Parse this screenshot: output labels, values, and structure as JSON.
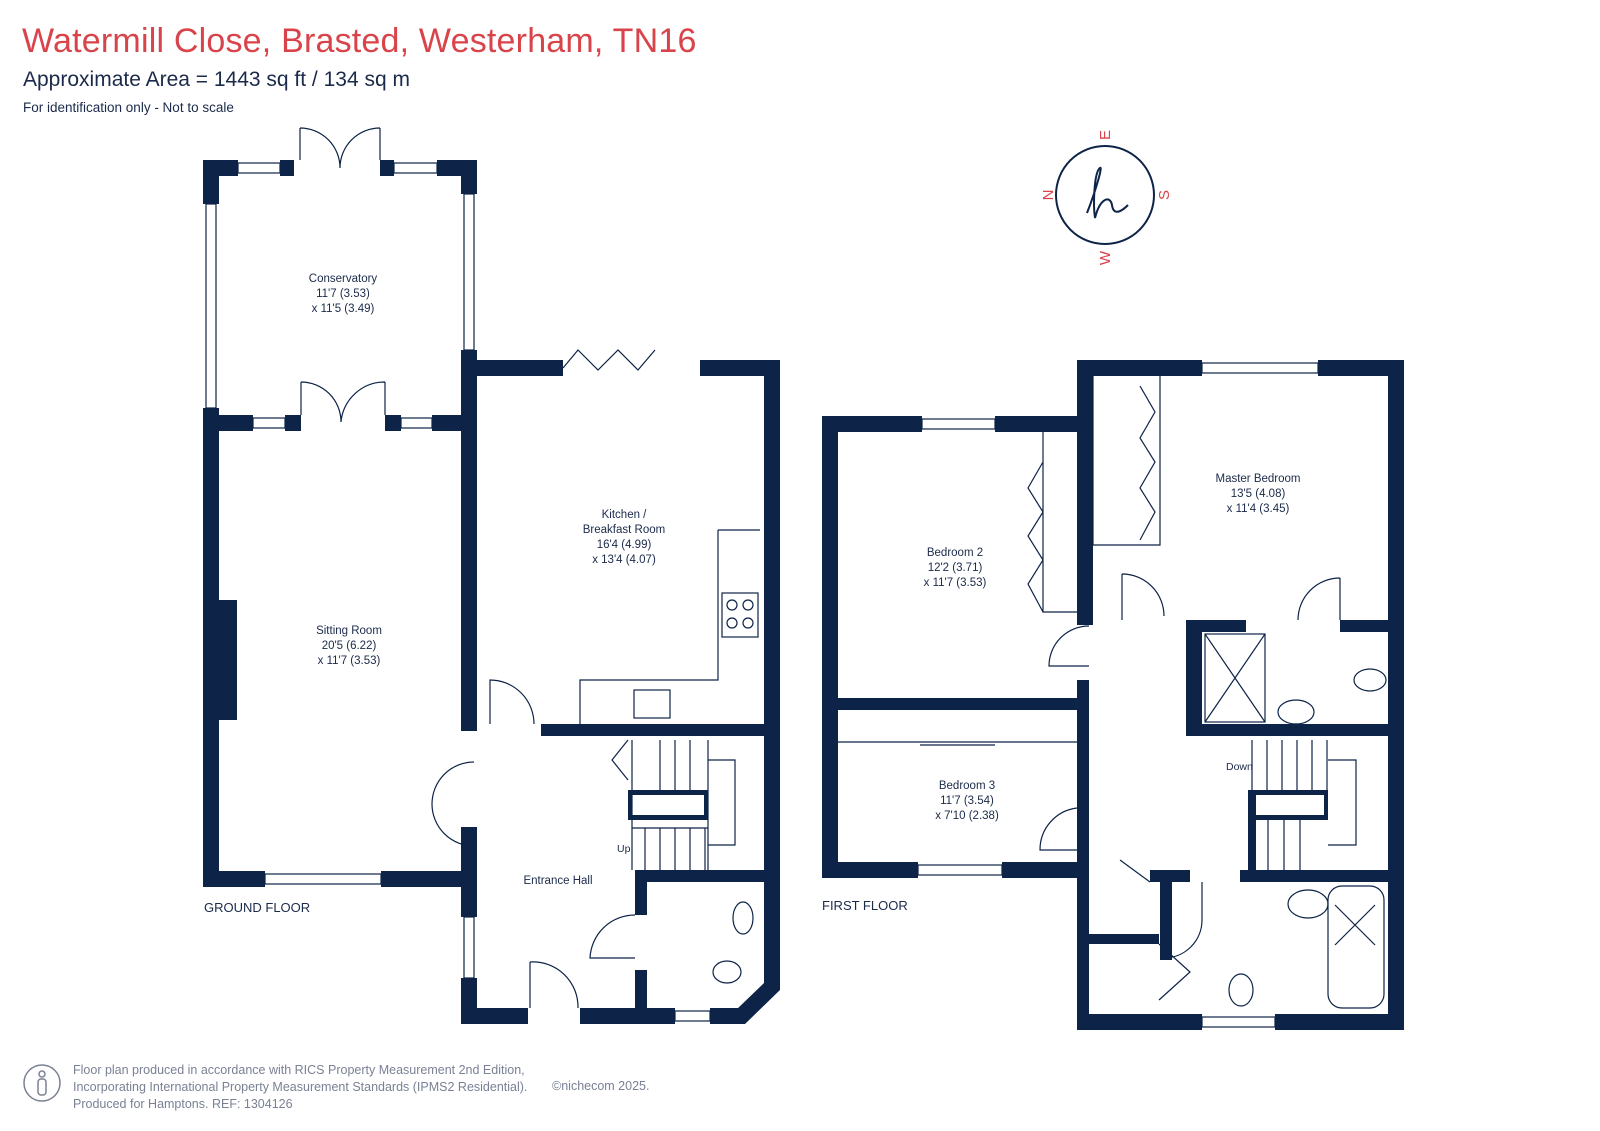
{
  "header": {
    "title": "Watermill Close, Brasted, Westerham, TN16",
    "area": "Approximate Area = 1443 sq ft / 134 sq m",
    "note": "For identification only - Not to scale"
  },
  "compass": {
    "north": "N",
    "east": "E",
    "south": "S",
    "west": "W",
    "logo_icon": "hamptons-h-logo-icon"
  },
  "ground_floor": {
    "label": "GROUND FLOOR",
    "rooms": {
      "conservatory": {
        "name": "Conservatory",
        "dim1": "11'7 (3.53)",
        "dim2": "x 11'5 (3.49)"
      },
      "sitting_room": {
        "name": "Sitting Room",
        "dim1": "20'5 (6.22)",
        "dim2": "x 11'7 (3.53)"
      },
      "kitchen": {
        "name1": "Kitchen /",
        "name2": "Breakfast Room",
        "dim1": "16'4 (4.99)",
        "dim2": "x 13'4 (4.07)"
      },
      "entrance_hall": {
        "name": "Entrance Hall"
      }
    },
    "stairs_label": "Up"
  },
  "first_floor": {
    "label": "FIRST FLOOR",
    "rooms": {
      "master_bedroom": {
        "name": "Master Bedroom",
        "dim1": "13'5 (4.08)",
        "dim2": "x 11'4 (3.45)"
      },
      "bedroom_2": {
        "name": "Bedroom 2",
        "dim1": "12'2 (3.71)",
        "dim2": "x 11'7 (3.53)"
      },
      "bedroom_3": {
        "name": "Bedroom 3",
        "dim1": "11'7 (3.54)",
        "dim2": "x 7'10 (2.38)"
      }
    },
    "stairs_label": "Down"
  },
  "footer": {
    "line1": "Floor plan produced in accordance with RICS Property Measurement 2nd Edition,",
    "line2": "Incorporating International Property Measurement Standards (IPMS2 Residential).",
    "line3": "Produced for Hamptons.   REF:  1304126",
    "copyright": "©nichecom 2025.",
    "icon": "info-person-icon"
  },
  "colors": {
    "wall": "#0d2347",
    "title": "#d9434a",
    "text": "#1b2a4a",
    "footer_text": "#7a8194"
  }
}
